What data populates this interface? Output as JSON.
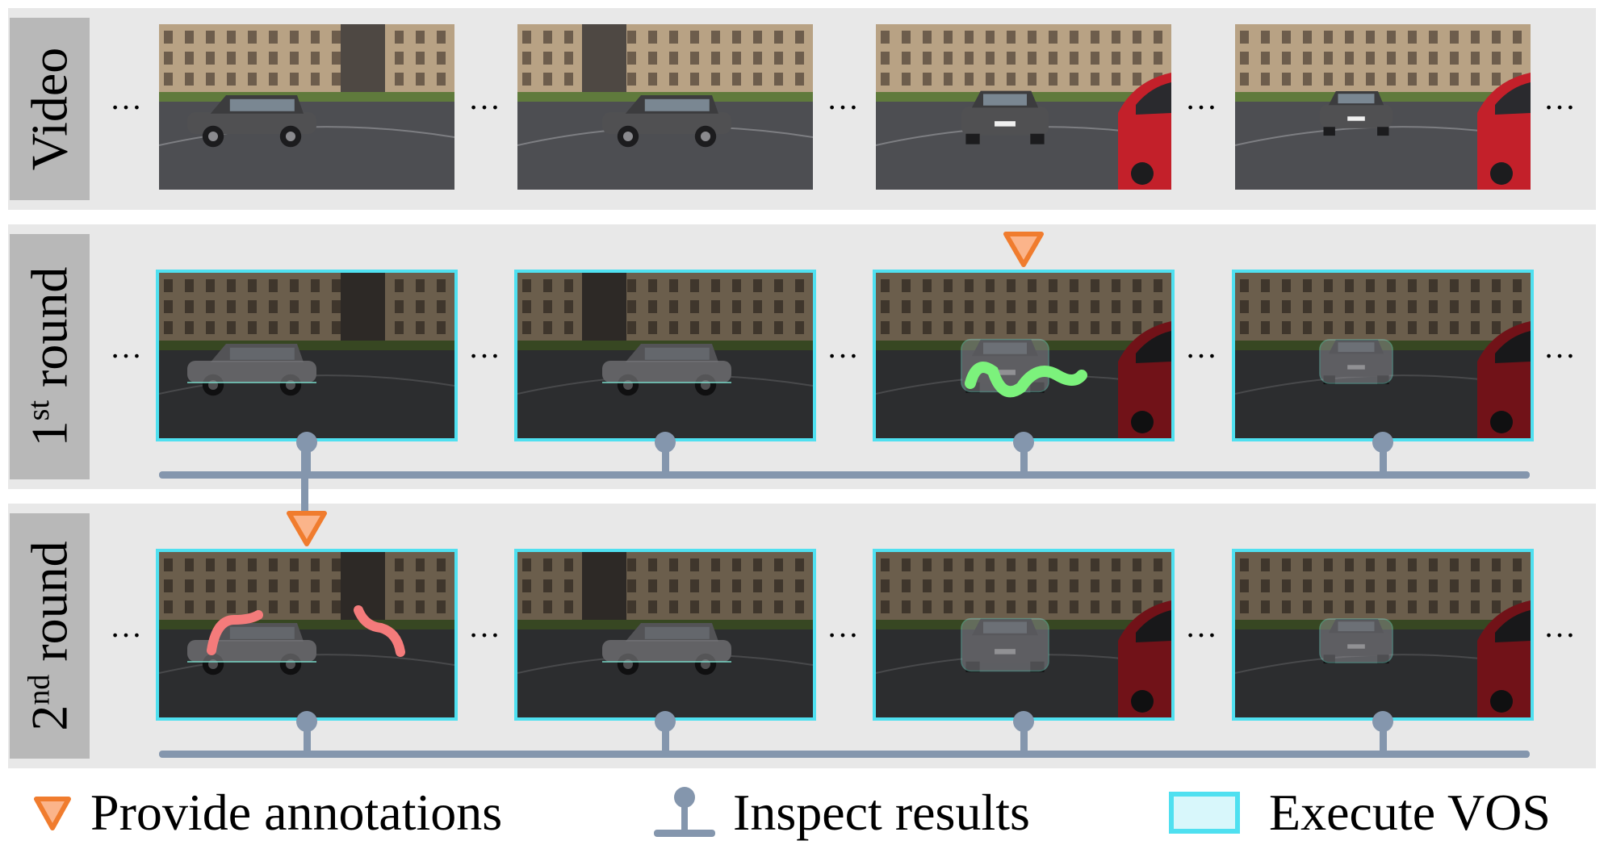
{
  "rows": [
    {
      "label": "Video",
      "sup": ""
    },
    {
      "label_pre": "1",
      "sup": "st",
      "label_post": " round"
    },
    {
      "label_pre": "2",
      "sup": "nd",
      "label_post": " round"
    }
  ],
  "ellipsis": "…",
  "legend": {
    "annotate": "Provide annotations",
    "inspect": "Inspect results",
    "vos": "Execute VOS"
  },
  "colors": {
    "vos_border": "#4fe0f0",
    "annotation_marker": "#f07c2e",
    "inspect_pin": "#8496ad",
    "scribble_round1": "#7cf27c",
    "scribble_round2": "#f47b7b",
    "row_background": "#e8e8e8",
    "label_background": "#b8b8b8"
  }
}
